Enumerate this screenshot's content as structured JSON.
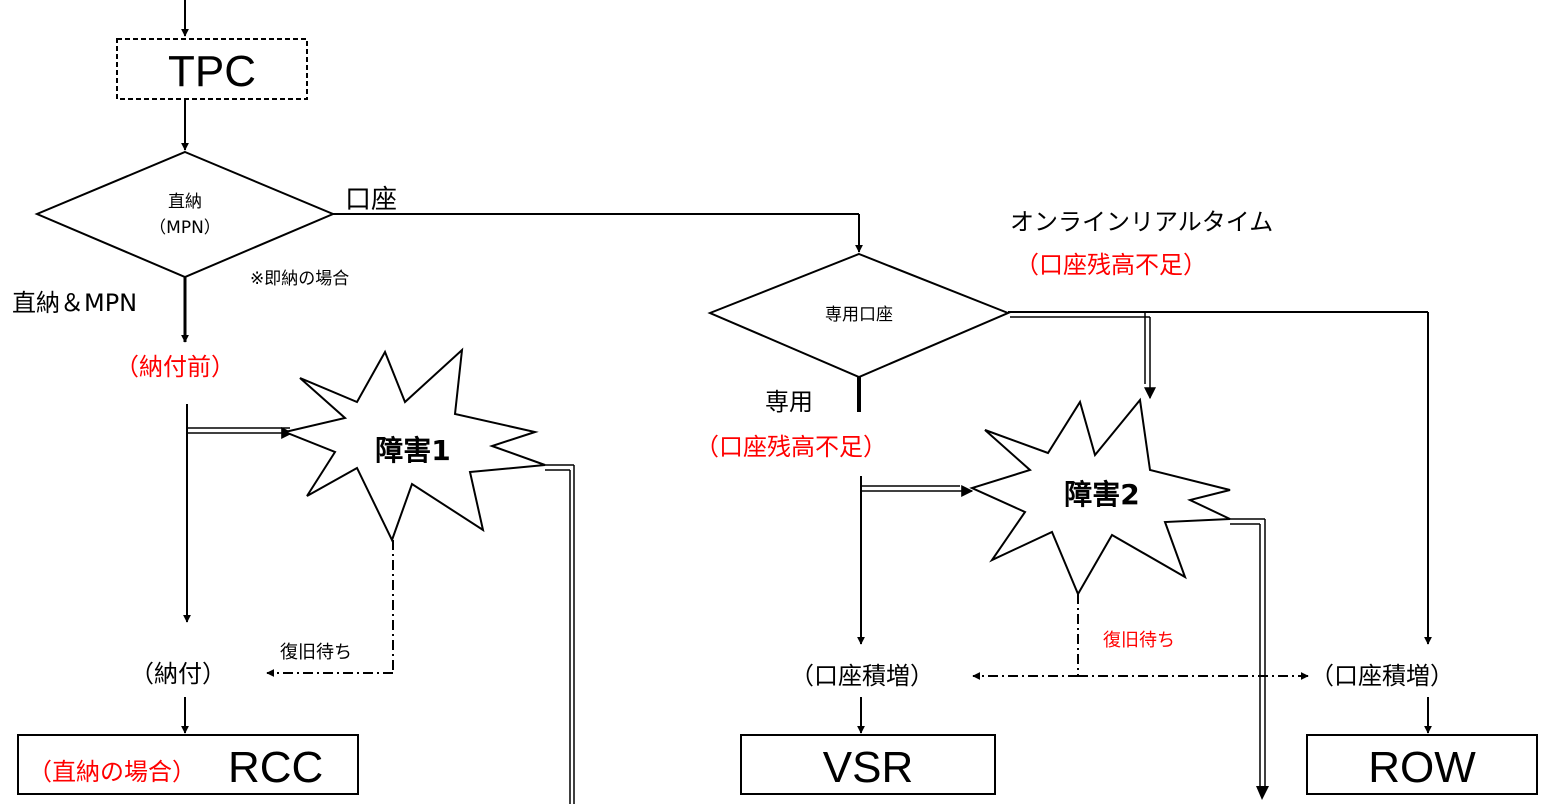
{
  "nodes": {
    "tpc": "TPC",
    "decision1": {
      "line1": "直納",
      "line2": "（MPN）"
    },
    "decision2": "専用口座",
    "fault1": "障害1",
    "fault2": "障害2",
    "rcc": {
      "prefix": "（直納の場合）",
      "name": "RCC"
    },
    "vsr": "VSR",
    "row": "ROW"
  },
  "labels": {
    "koza": "口座",
    "sokuno_case": "※即納の場合",
    "chokuno_mpn": "直納＆MPN",
    "nofu_mae": "（納付前）",
    "nofu": "（納付）",
    "fukkyu_machi_1": "復旧待ち",
    "fukkyu_machi_2": "復旧待ち",
    "online_realtime": "オンラインリアルタイム",
    "zandaka_fusoku_right": "（口座残高不足）",
    "senyo": "専用",
    "zandaka_fusoku_mid": "（口座残高不足）",
    "koza_sekizo_left": "（口座積増）",
    "koza_sekizo_right": "（口座積増）"
  },
  "colors": {
    "emphasis": "#ff0000",
    "line": "#000000"
  }
}
